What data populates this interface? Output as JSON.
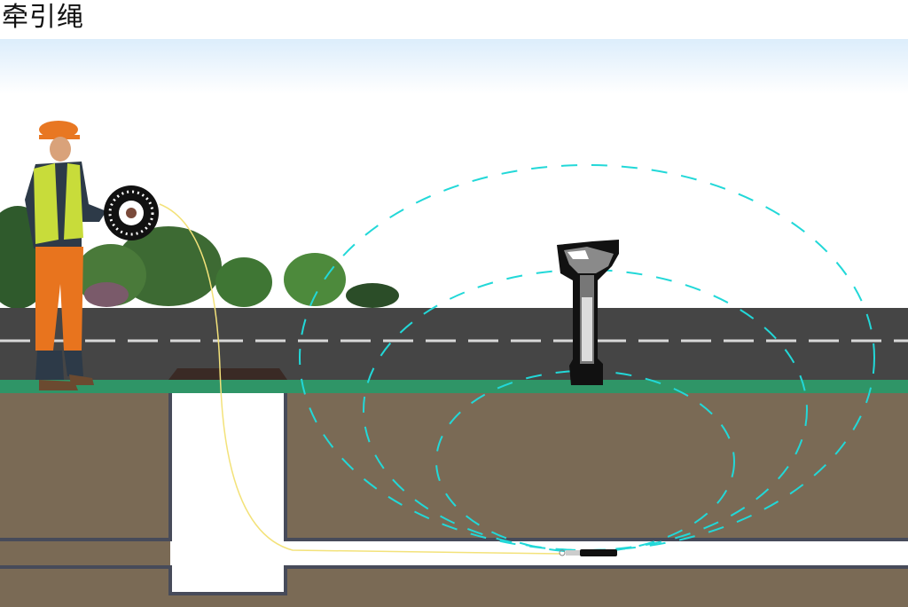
{
  "title": "牵引绳",
  "colors": {
    "sky_top": "#dcedfb",
    "road": "#454545",
    "grass": "#2f9567",
    "soil": "#7a6a55",
    "pipe_wall": "#474b5a",
    "field_lines": "#22d8d8",
    "rope": "#f3e27a"
  },
  "icons": [
    "worker-figure",
    "cable-reel",
    "locator-receiver",
    "sonde-transmitter"
  ]
}
